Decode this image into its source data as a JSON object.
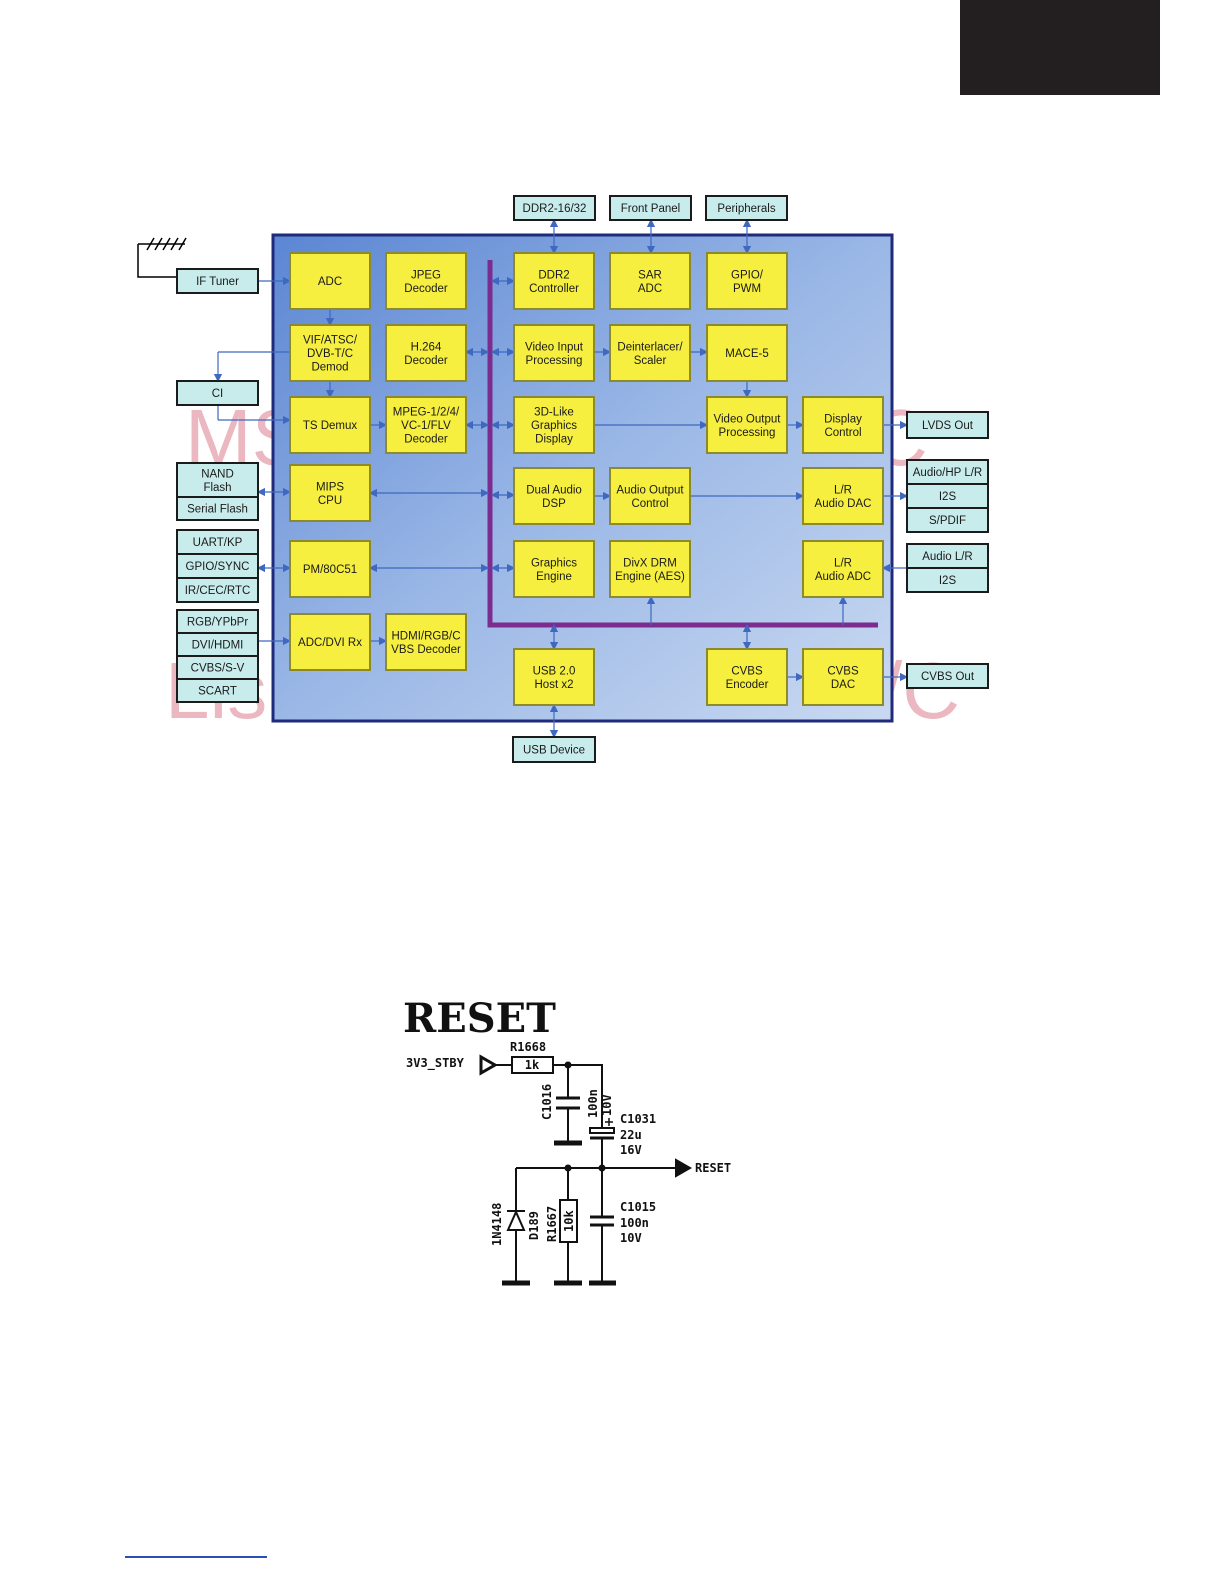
{
  "block_diagram": {
    "yellow_blocks": [
      {
        "id": "adc",
        "lines": [
          "ADC"
        ]
      },
      {
        "id": "jpeg-decoder",
        "lines": [
          "JPEG",
          "Decoder"
        ]
      },
      {
        "id": "ddr2-controller",
        "lines": [
          "DDR2",
          "Controller"
        ]
      },
      {
        "id": "sar-adc",
        "lines": [
          "SAR",
          "ADC"
        ]
      },
      {
        "id": "gpio-pwm",
        "lines": [
          "GPIO/",
          "PWM"
        ]
      },
      {
        "id": "vif-demod",
        "lines": [
          "VIF/ATSC/",
          "DVB-T/C",
          "Demod"
        ]
      },
      {
        "id": "h264-decoder",
        "lines": [
          "H.264",
          "Decoder"
        ]
      },
      {
        "id": "video-input-processing",
        "lines": [
          "Video Input",
          "Processing"
        ]
      },
      {
        "id": "deinterlacer-scaler",
        "lines": [
          "Deinterlacer/",
          "Scaler"
        ]
      },
      {
        "id": "mace5",
        "lines": [
          "MACE-5"
        ]
      },
      {
        "id": "ts-demux",
        "lines": [
          "TS Demux"
        ]
      },
      {
        "id": "mpeg-decoder",
        "lines": [
          "MPEG-1/2/4/",
          "VC-1/FLV",
          "Decoder"
        ]
      },
      {
        "id": "graphics-display",
        "lines": [
          "3D-Like",
          "Graphics",
          "Display"
        ]
      },
      {
        "id": "video-output-processing",
        "lines": [
          "Video Output",
          "Processing"
        ]
      },
      {
        "id": "display-control",
        "lines": [
          "Display",
          "Control"
        ]
      },
      {
        "id": "mips-cpu",
        "lines": [
          "MIPS",
          "CPU"
        ]
      },
      {
        "id": "dual-audio-dsp",
        "lines": [
          "Dual Audio",
          "DSP"
        ]
      },
      {
        "id": "audio-output-control",
        "lines": [
          "Audio Output",
          "Control"
        ]
      },
      {
        "id": "lr-audio-dac",
        "lines": [
          "L/R",
          "Audio DAC"
        ]
      },
      {
        "id": "pm-80c51",
        "lines": [
          "PM/80C51"
        ]
      },
      {
        "id": "graphics-engine",
        "lines": [
          "Graphics",
          "Engine"
        ]
      },
      {
        "id": "divx-drm",
        "lines": [
          "DivX DRM",
          "Engine (AES)"
        ]
      },
      {
        "id": "lr-audio-adc",
        "lines": [
          "L/R",
          "Audio ADC"
        ]
      },
      {
        "id": "adc-dvi-rx",
        "lines": [
          "ADC/DVI Rx"
        ]
      },
      {
        "id": "hdmi-decoder",
        "lines": [
          "HDMI/RGB/C",
          "VBS Decoder"
        ]
      },
      {
        "id": "usb-host",
        "lines": [
          "USB 2.0",
          "Host x2"
        ]
      },
      {
        "id": "cvbs-encoder",
        "lines": [
          "CVBS",
          "Encoder"
        ]
      },
      {
        "id": "cvbs-dac",
        "lines": [
          "CVBS",
          "DAC"
        ]
      }
    ],
    "io_blocks": [
      {
        "id": "ddr2-1632",
        "lines": [
          "DDR2-16/32"
        ]
      },
      {
        "id": "front-panel",
        "lines": [
          "Front Panel"
        ]
      },
      {
        "id": "peripherals",
        "lines": [
          "Peripherals"
        ]
      },
      {
        "id": "if-tuner",
        "lines": [
          "IF Tuner"
        ]
      },
      {
        "id": "ci",
        "lines": [
          "CI"
        ]
      },
      {
        "id": "nand-flash",
        "lines": [
          "NAND",
          "Flash"
        ]
      },
      {
        "id": "serial-flash",
        "lines": [
          "Serial Flash"
        ]
      },
      {
        "id": "uart-kp",
        "lines": [
          "UART/KP"
        ]
      },
      {
        "id": "gpio-sync",
        "lines": [
          "GPIO/SYNC"
        ]
      },
      {
        "id": "ir-cec-rtc",
        "lines": [
          "IR/CEC/RTC"
        ]
      },
      {
        "id": "rgb-ypbpr",
        "lines": [
          "RGB/YPbPr"
        ]
      },
      {
        "id": "dvi-hdmi",
        "lines": [
          "DVI/HDMI"
        ]
      },
      {
        "id": "cvbs-sv",
        "lines": [
          "CVBS/S-V"
        ]
      },
      {
        "id": "scart",
        "lines": [
          "SCART"
        ]
      },
      {
        "id": "lvds-out",
        "lines": [
          "LVDS Out"
        ]
      },
      {
        "id": "audio-hp-lr",
        "lines": [
          "Audio/HP L/R"
        ]
      },
      {
        "id": "i2s-out",
        "lines": [
          "I2S"
        ]
      },
      {
        "id": "spdif",
        "lines": [
          "S/PDIF"
        ]
      },
      {
        "id": "audio-lr-in",
        "lines": [
          "Audio L/R"
        ]
      },
      {
        "id": "i2s-in",
        "lines": [
          "I2S"
        ]
      },
      {
        "id": "cvbs-out",
        "lines": [
          "CVBS Out"
        ]
      },
      {
        "id": "usb-device",
        "lines": [
          "USB Device"
        ]
      }
    ],
    "watermark": {
      "left": "MS",
      "right": "C",
      "left2": "Lis",
      "right2": "/C"
    }
  },
  "schematic": {
    "title": "RESET",
    "input_net": "3V3_STBY",
    "output_net": "RESET",
    "r1668": {
      "ref": "R1668",
      "value": "1k"
    },
    "c1016": {
      "ref": "C1016",
      "value": "100n",
      "voltage": "10V"
    },
    "c1031": {
      "ref": "C1031",
      "value": "22u",
      "voltage": "16V"
    },
    "d189": {
      "ref": "D189",
      "part": "1N4148"
    },
    "r1667": {
      "ref": "R1667",
      "value": "10k"
    },
    "c1015": {
      "ref": "C1015",
      "value": "100n",
      "voltage": "10V"
    }
  }
}
